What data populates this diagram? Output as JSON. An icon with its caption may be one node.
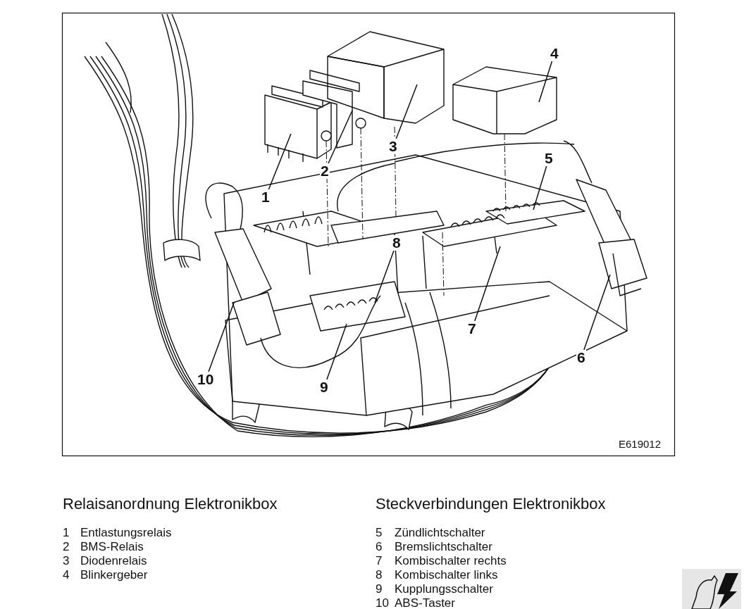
{
  "diagram": {
    "nodes": [
      {
        "text": [
          "1"
        ]
      },
      {
        "text": [
          "2"
        ]
      },
      {
        "text": [
          "3"
        ]
      },
      {
        "text": [
          "4"
        ]
      },
      {
        "text": [
          "5"
        ]
      },
      {
        "text": [
          "6"
        ]
      },
      {
        "text": [
          "7"
        ]
      },
      {
        "text": [
          "8"
        ]
      },
      {
        "text": [
          "9"
        ]
      },
      {
        "text": [
          "10"
        ]
      }
    ],
    "edges": [
      {
        "from": 0,
        "to": null,
        "arrow": "none"
      },
      {
        "from": 1,
        "to": null,
        "arrow": "none"
      },
      {
        "from": 2,
        "to": null,
        "arrow": "none"
      },
      {
        "from": 3,
        "to": null,
        "arrow": "none"
      },
      {
        "from": 4,
        "to": null,
        "arrow": "none"
      },
      {
        "from": 5,
        "to": null,
        "arrow": "none"
      },
      {
        "from": 6,
        "to": null,
        "arrow": "none"
      },
      {
        "from": 7,
        "to": null,
        "arrow": "none"
      },
      {
        "from": 8,
        "to": null,
        "arrow": "none"
      },
      {
        "from": 9,
        "to": null,
        "arrow": "none"
      }
    ],
    "labels": [
      "E619012",
      "Relaisanordnung Elektronikbox",
      "Steckverbindungen Elektronikbox",
      "1",
      "Entlastungsrelais",
      "5",
      "Zündlichtschalter",
      "2",
      "BMS-Relais",
      "6",
      "Bremslichtschalter",
      "3",
      "Diodenrelais",
      "7",
      "Kombischalter rechts",
      "4",
      "Blinkergeber",
      "8",
      "Kombischalter links",
      "9",
      "Kupplungsschalter",
      "10",
      "ABS-Taster"
    ]
  }
}
